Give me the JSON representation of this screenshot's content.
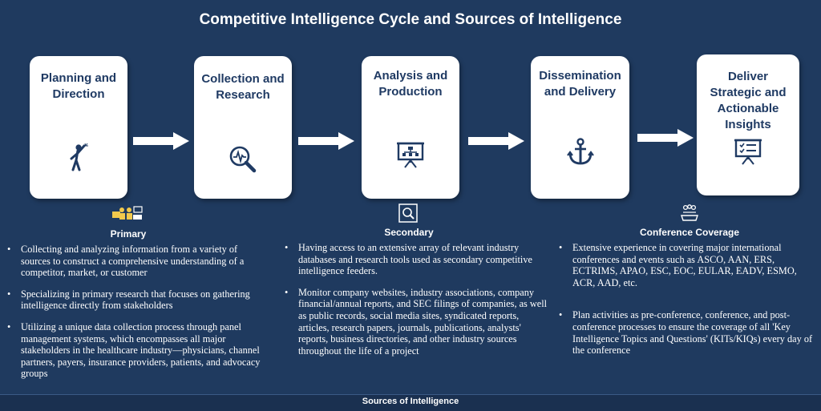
{
  "title": "Competitive Intelligence Cycle and Sources of Intelligence",
  "colors": {
    "background": "#1f3a5f",
    "card": "#ffffff",
    "card_text": "#1f3a63",
    "arrow": "#ffffff"
  },
  "steps": [
    {
      "label": "Planning and Direction",
      "icon": "person-reaching-icon"
    },
    {
      "label": "Collection and Research",
      "icon": "magnifier-pulse-icon"
    },
    {
      "label": "Analysis and Production",
      "icon": "presentation-chart-icon"
    },
    {
      "label": "Dissemination and Delivery",
      "icon": "anchor-icon"
    },
    {
      "label": "Deliver Strategic and Actionable Insights",
      "icon": "checklist-board-icon"
    }
  ],
  "sources": [
    {
      "heading": "Primary",
      "icon": "stakeholders-icon",
      "bullets": [
        "Collecting and analyzing information from a variety of sources to construct a comprehensive understanding of a competitor, market, or customer",
        "Specializing in primary research that focuses on gathering intelligence directly from stakeholders",
        "Utilizing a unique data collection process through panel management systems, which encompasses all major stakeholders in the healthcare industry—physicians, channel partners, payers, insurance providers, patients, and advocacy groups"
      ]
    },
    {
      "heading": "Secondary",
      "icon": "web-search-icon",
      "bullets": [
        "Having access to an extensive array of relevant industry databases and research tools used as secondary competitive intelligence feeders.",
        "Monitor company websites, industry associations, company financial/annual reports, and SEC filings of companies, as well as public records, social media sites, syndicated reports, articles, research papers, journals, publications, analysts' reports, business directories, and other industry sources throughout the life of a project"
      ]
    },
    {
      "heading": "Conference Coverage",
      "icon": "conference-table-icon",
      "bullets": [
        "Extensive experience in covering major international conferences and events such as ASCO, AAN, ERS, ECTRIMS, APAO, ESC, EOC, EULAR, EADV, ESMO, ACR, AAD, etc.",
        "Plan activities as pre-conference, conference, and post-conference processes to ensure the coverage of all 'Key Intelligence Topics and Questions' (KITs/KIQs) every day of the conference"
      ]
    }
  ],
  "footer": "Sources of Intelligence"
}
